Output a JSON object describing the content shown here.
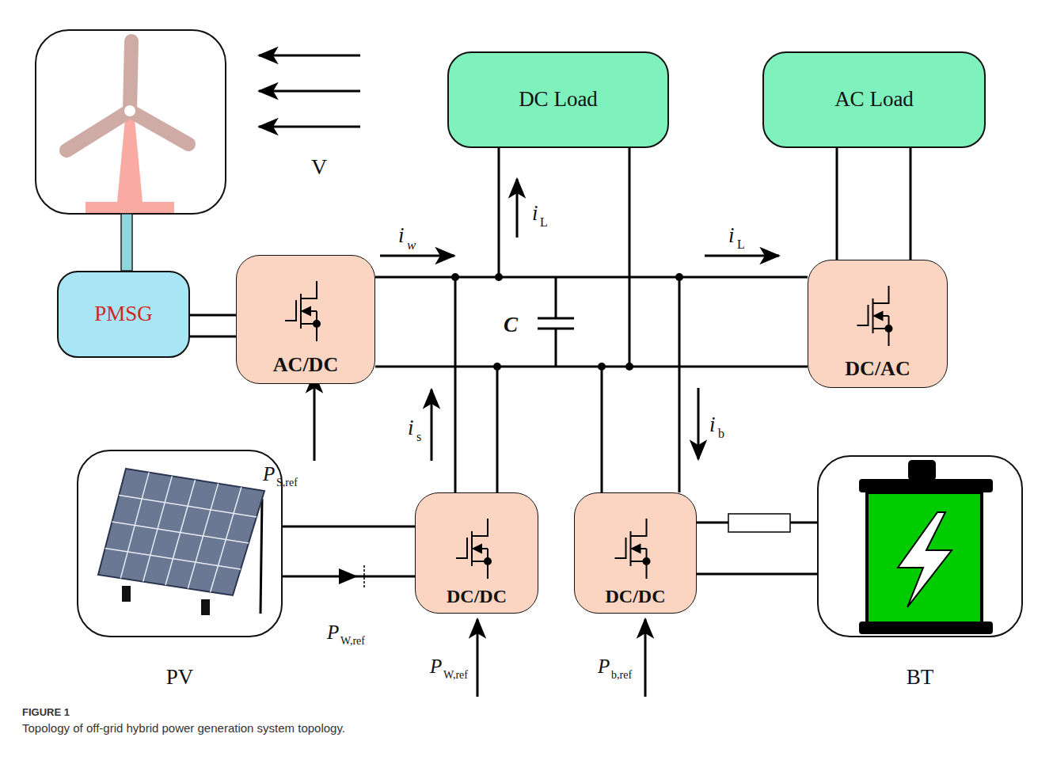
{
  "diagram": {
    "caption": "Topology of off-grid hybrid power generation system topology.",
    "nodes": [
      {
        "text": [
          "DC Load"
        ]
      },
      {
        "text": [
          "AC Load"
        ]
      },
      {
        "text": [
          "PMSG"
        ]
      },
      {
        "text": [
          "AC/DC"
        ]
      },
      {
        "text": [
          "DC/AC"
        ]
      },
      {
        "text": [
          "PV"
        ]
      },
      {
        "text": [
          "DC/DC"
        ]
      },
      {
        "text": [
          "DC/DC"
        ]
      },
      {
        "text": [
          "BT"
        ]
      }
    ],
    "edges": [
      {
        "from": 2,
        "to": 3,
        "arrow": "none"
      },
      {
        "from": 3,
        "to": 4,
        "arrow": "none"
      },
      {
        "from": 0,
        "to": 4,
        "arrow": "none"
      },
      {
        "from": 1,
        "to": 4,
        "arrow": "none"
      },
      {
        "from": 5,
        "to": 6,
        "arrow": "none"
      },
      {
        "from": 6,
        "to": 4,
        "arrow": "none"
      },
      {
        "from": 7,
        "to": 4,
        "arrow": "none"
      },
      {
        "from": 7,
        "to": 8,
        "arrow": "none"
      }
    ],
    "labels": [
      "V",
      "i",
      "w",
      "i",
      "L",
      "i",
      "L",
      "C",
      "P",
      "S,ref",
      "i",
      "s",
      "i",
      "b",
      "P",
      "W,ref",
      "P",
      "W,ref",
      "P",
      "b,ref",
      "FIGURE 1"
    ]
  }
}
